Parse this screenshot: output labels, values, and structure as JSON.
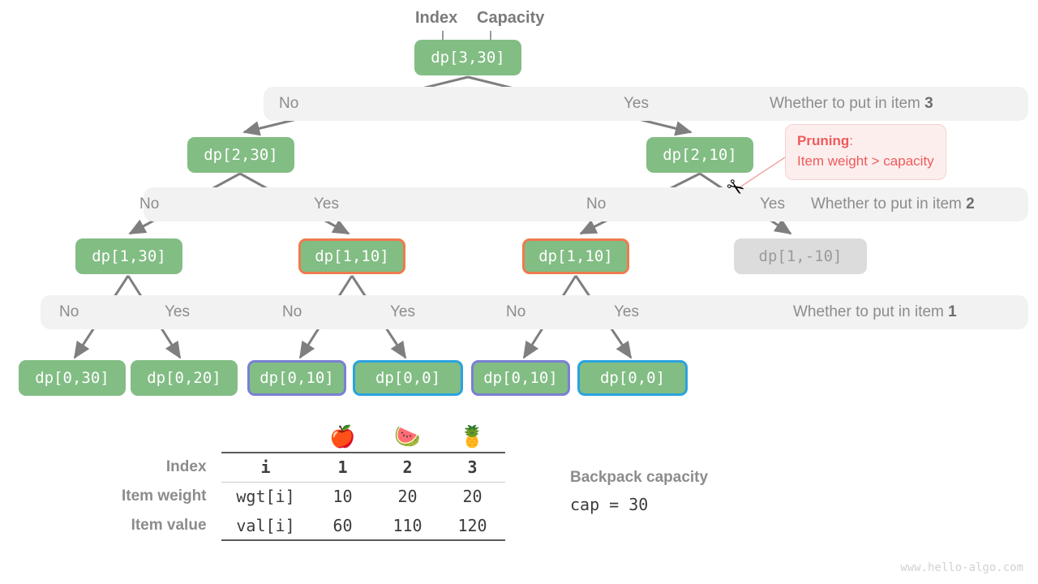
{
  "header": {
    "index_label": "Index",
    "capacity_label": "Capacity"
  },
  "tree": {
    "nodes": [
      {
        "id": "root",
        "label": "dp[3,30]",
        "style": "plain"
      },
      {
        "id": "n2_30",
        "label": "dp[2,30]",
        "style": "plain"
      },
      {
        "id": "n2_10",
        "label": "dp[2,10]",
        "style": "plain"
      },
      {
        "id": "n1_30",
        "label": "dp[1,30]",
        "style": "plain"
      },
      {
        "id": "n1_10a",
        "label": "dp[1,10]",
        "style": "orange"
      },
      {
        "id": "n1_10b",
        "label": "dp[1,10]",
        "style": "orange"
      },
      {
        "id": "n1_m10",
        "label": "dp[1,-10]",
        "style": "muted"
      },
      {
        "id": "l0_30",
        "label": "dp[0,30]",
        "style": "plain"
      },
      {
        "id": "l0_20",
        "label": "dp[0,20]",
        "style": "plain"
      },
      {
        "id": "l0_10a",
        "label": "dp[0,10]",
        "style": "purple"
      },
      {
        "id": "l0_0a",
        "label": "dp[0,0]",
        "style": "blue"
      },
      {
        "id": "l0_10b",
        "label": "dp[0,10]",
        "style": "purple"
      },
      {
        "id": "l0_0b",
        "label": "dp[0,0]",
        "style": "blue"
      }
    ]
  },
  "levels": [
    {
      "title": "Whether to put in item ",
      "title_item": "3",
      "branches": [
        "No",
        "Yes"
      ]
    },
    {
      "title": "Whether to put in item ",
      "title_item": "2",
      "branches": [
        "No",
        "Yes",
        "No",
        "Yes"
      ]
    },
    {
      "title": "Whether to put in item ",
      "title_item": "1",
      "branches": [
        "No",
        "Yes",
        "No",
        "Yes",
        "No",
        "Yes"
      ]
    }
  ],
  "pruning": {
    "heading": "Pruning",
    "colon": ":",
    "reason": "Item weight > capacity",
    "icon": "scissors-icon",
    "glyph": "✂"
  },
  "table": {
    "items": [
      {
        "emoji": "🍎",
        "name": "apple-icon"
      },
      {
        "emoji": "🍉",
        "name": "watermelon-icon"
      },
      {
        "emoji": "🍍",
        "name": "pineapple-icon"
      }
    ],
    "rows": [
      {
        "header": "Index",
        "key": "i",
        "values": [
          "1",
          "2",
          "3"
        ]
      },
      {
        "header": "Item weight",
        "key": "wgt[i]",
        "values": [
          "10",
          "20",
          "20"
        ]
      },
      {
        "header": "Item value",
        "key": "val[i]",
        "values": [
          "60",
          "110",
          "120"
        ]
      }
    ]
  },
  "capacity": {
    "title": "Backpack capacity",
    "value": "cap = 30"
  },
  "watermark": "www.hello-algo.com",
  "colors": {
    "node_green": "#82bd84",
    "border_orange": "#ef7a4f",
    "border_purple": "#7b7fd4",
    "border_blue": "#2ba3e0",
    "muted_grey": "#dcdcdc",
    "edge_grey": "#7f7f7f",
    "prune_red": "#ef5a5a",
    "bar_grey": "#f2f2f2"
  }
}
